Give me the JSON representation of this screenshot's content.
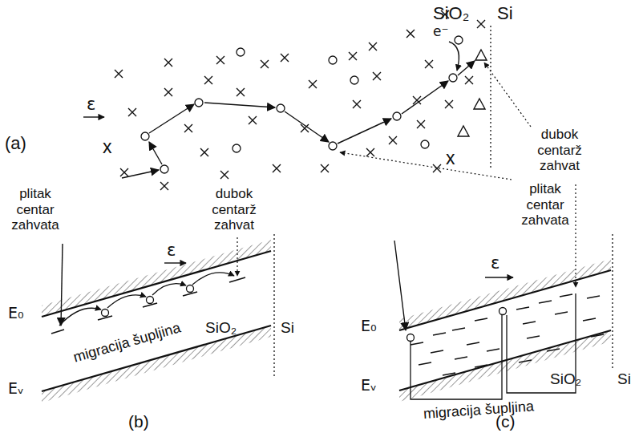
{
  "diagram": {
    "labels": [
      "SiO₂",
      "Si",
      "e⁻",
      "ε",
      "x",
      "x",
      "(a)",
      "dubok centarž zahvat",
      "plitak centar zahvata",
      "plitak centar zahvata",
      "dubok centarž zahvat",
      "ε",
      "E₀",
      "migracija šupljina",
      "Eᵥ",
      "SiO₂",
      "Si",
      "(b)",
      "E₀",
      "ε",
      "Eᵥ",
      "migracija šupljina",
      "SiO₂",
      "Si",
      "(c)"
    ]
  }
}
